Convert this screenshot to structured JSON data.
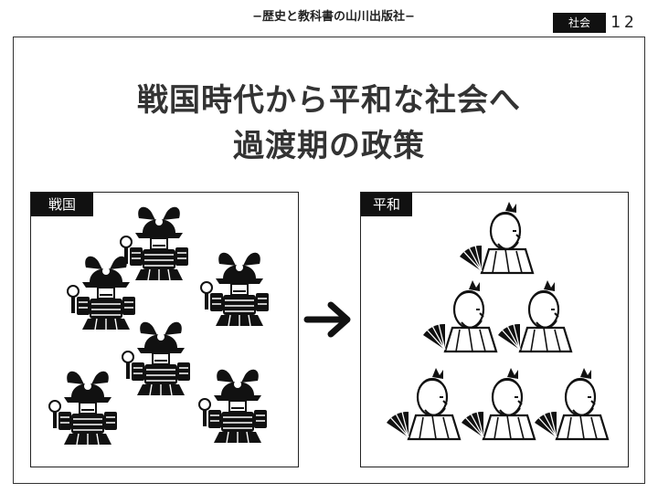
{
  "header": {
    "title": "−歴史と教科書の山川出版社−",
    "subject_badge": "社会",
    "page_number": "12"
  },
  "slide": {
    "title_line1": "戦国時代から平和な社会へ",
    "title_line2": "過渡期の政策"
  },
  "panels": {
    "left": {
      "label": "戦国",
      "illustration": "samurai-armor-icons"
    },
    "right": {
      "label": "平和",
      "illustration": "samurai-with-fan-icons"
    }
  },
  "transition": {
    "icon": "arrow-right-icon"
  }
}
